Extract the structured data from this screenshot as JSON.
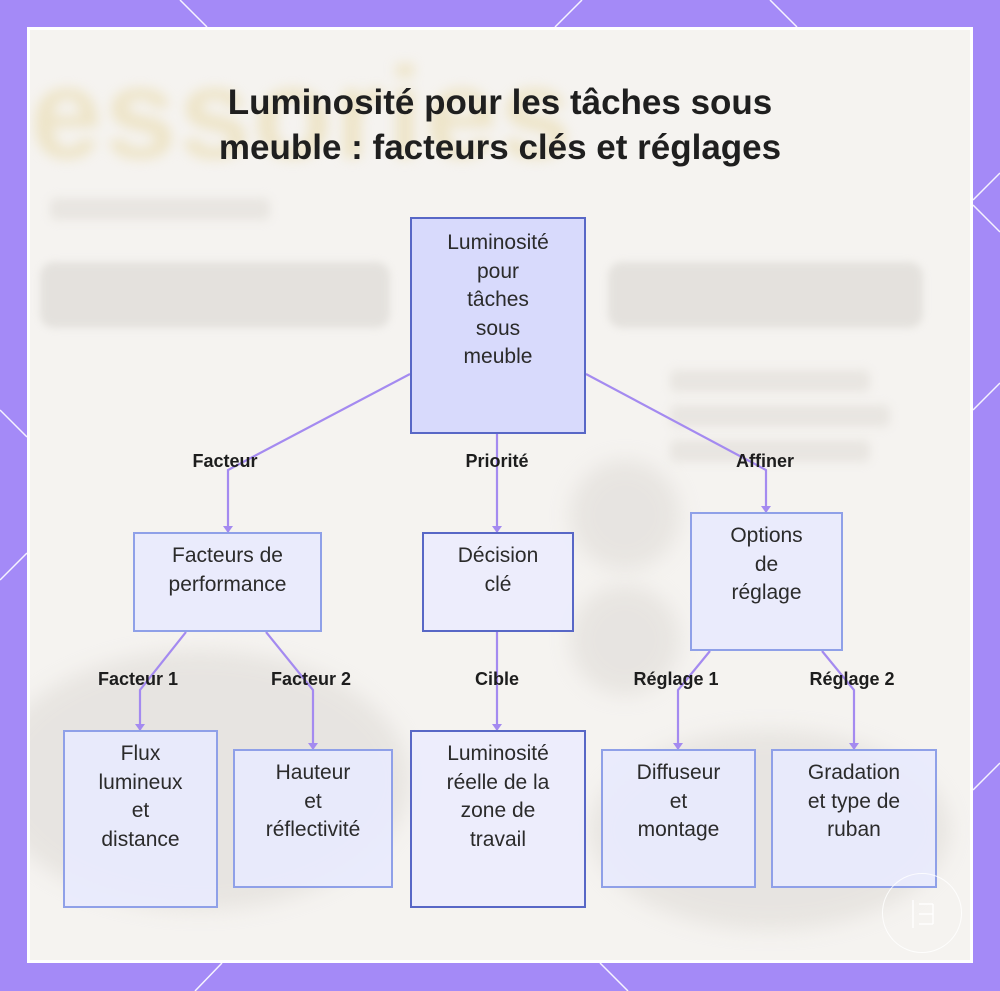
{
  "title": {
    "line1": "Luminosité pour les tâches sous",
    "line2": "meuble : facteurs clés et réglages"
  },
  "nodes": {
    "root": [
      "Luminosité",
      "pour",
      "tâches",
      "sous",
      "meuble"
    ],
    "facteurs": [
      "Facteurs de",
      "performance"
    ],
    "decision": [
      "Décision",
      "clé"
    ],
    "options": [
      "Options",
      "de",
      "réglage"
    ],
    "flux": [
      "Flux",
      "lumineux",
      "et",
      "distance"
    ],
    "hauteur": [
      "Hauteur",
      "et",
      "réflectivité"
    ],
    "reelle": [
      "Luminosité",
      "réelle de la",
      "zone de",
      "travail"
    ],
    "diffuseur": [
      "Diffuseur",
      "et",
      "montage"
    ],
    "gradation": [
      "Gradation",
      "et type de",
      "ruban"
    ]
  },
  "edges": {
    "facteur": "Facteur",
    "priorite": "Priorité",
    "affiner": "Affiner",
    "facteur1": "Facteur 1",
    "facteur2": "Facteur 2",
    "cible": "Cible",
    "reglage1": "Réglage 1",
    "reglage2": "Réglage 2"
  },
  "colors": {
    "frame": "#a48af7",
    "edge": "#a48af0",
    "root_fill": "#d8dafc",
    "node_fill": "#e8eafd",
    "node_border": "#8fa0e8",
    "root_border": "#5867c6"
  }
}
